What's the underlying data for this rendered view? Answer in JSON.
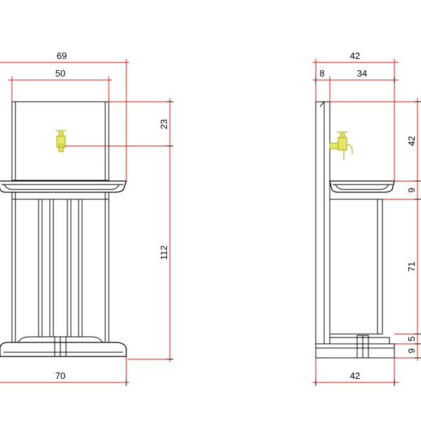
{
  "front": {
    "dims": {
      "overall_width": "69",
      "back_width": "50",
      "tap_height": "23",
      "total_height": "112",
      "base_width": "70"
    }
  },
  "side": {
    "dims": {
      "overall_depth": "42",
      "wall_thickness": "8",
      "inner_depth": "34",
      "tap_to_basin": "42",
      "basin_height": "9",
      "column_height": "71",
      "plinth_upper": "5",
      "plinth_lower": "9",
      "base_depth": "42"
    }
  },
  "colors": {
    "outline": "#000000",
    "dimension": "#e01010",
    "tap": "#e6e66a"
  }
}
